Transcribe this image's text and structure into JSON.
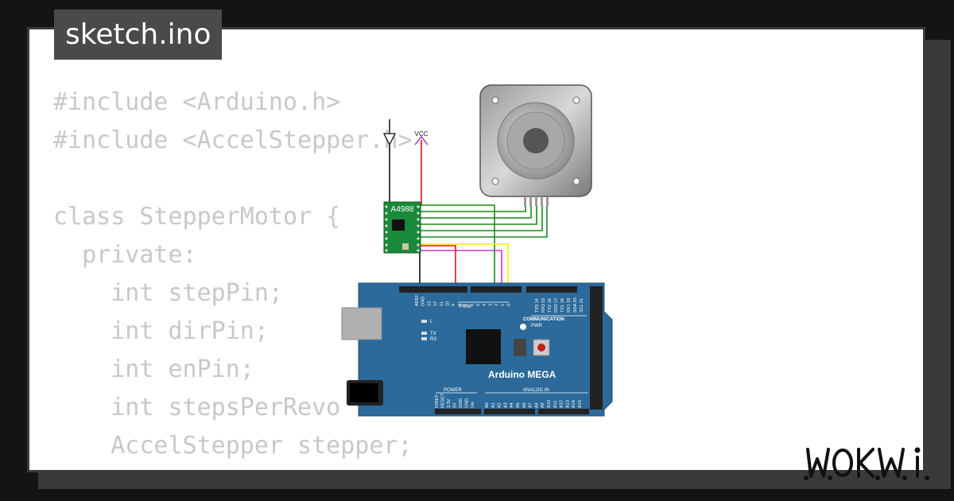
{
  "file_tab": {
    "label": "sketch.ino"
  },
  "code_lines": [
    "#include <Arduino.h>",
    "#include <AccelStepper.h>",
    "",
    "class StepperMotor {",
    "  private:",
    "    int stepPin;",
    "    int dirPin;",
    "    int enPin;",
    "    int stepsPerRevo",
    "    AccelStepper stepper;"
  ],
  "diagram": {
    "vcc_label": "VCC",
    "driver_label": "A4988",
    "board_label": "Arduino MEGA",
    "communication_label": "COMMUNICATION",
    "pwm_label": "PWM",
    "power_label": "POWER",
    "analog_label": "ANALOG IN",
    "pwr_label": "PWR",
    "led_l": "L",
    "led_tx": "TX",
    "led_rx": "RX",
    "top_pins": [
      "AREF",
      "GND",
      "13",
      "12",
      "11",
      "10",
      "9",
      "8",
      "7",
      "6",
      "5",
      "4",
      "3",
      "2",
      "1",
      "0"
    ],
    "comm_pins": [
      "TX3 14",
      "RX3 15",
      "TX2 16",
      "RX2 17",
      "TX1 18",
      "RX1 19",
      "SDA 20",
      "SCL 21"
    ],
    "power_pins": [
      "IOREF",
      "RESET",
      "3.3V",
      "5V",
      "GND",
      "GND",
      "Vin"
    ],
    "analog_pins": [
      "A0",
      "A1",
      "A2",
      "A3",
      "A4",
      "A5",
      "A6",
      "A7",
      "A8",
      "A9",
      "A10",
      "A11",
      "A12",
      "A13",
      "A14",
      "A15"
    ]
  },
  "logo": {
    "text": "WOKWi"
  },
  "colors": {
    "background": "#141414",
    "card": "#ffffff",
    "tab": "#4a4a4a",
    "code": "#c8c8c8",
    "board": "#2b6a9a",
    "driver": "#1a8a3a",
    "wire_red": "#e01010",
    "wire_green": "#1a8a1a",
    "wire_yellow": "#ffee00",
    "wire_magenta": "#cc33cc",
    "wire_black": "#111111"
  }
}
